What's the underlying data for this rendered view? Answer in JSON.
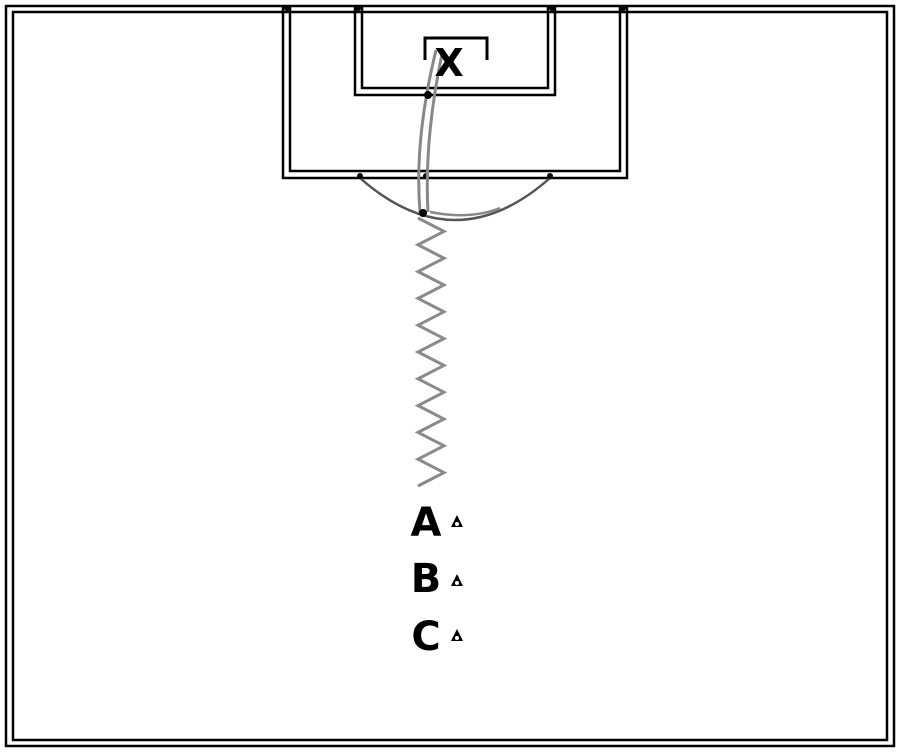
{
  "diagram": {
    "goalkeeper_label": "X",
    "players": [
      {
        "label": "A",
        "icon": "cone-icon"
      },
      {
        "label": "B",
        "icon": "cone-icon"
      },
      {
        "label": "C",
        "icon": "cone-icon"
      }
    ],
    "colors": {
      "lines": "#000000",
      "path": "#8a8a8a",
      "background": "#ffffff"
    }
  }
}
